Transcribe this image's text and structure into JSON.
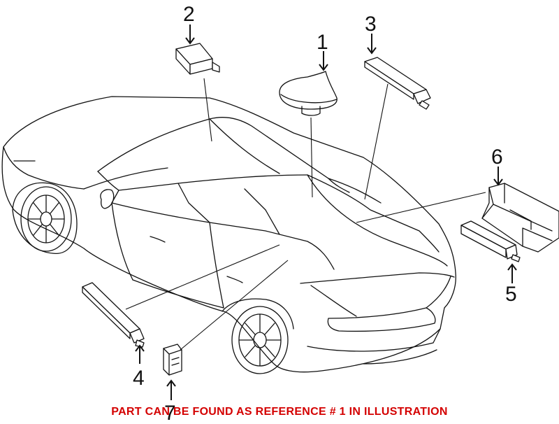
{
  "callouts": {
    "c1": "1",
    "c2": "2",
    "c3": "3",
    "c4": "4",
    "c5": "5",
    "c6": "6",
    "c7": "7"
  },
  "footer": {
    "note": "PART CAN BE FOUND AS REFERENCE # 1 IN ILLUSTRATION",
    "color": "#d40000"
  }
}
